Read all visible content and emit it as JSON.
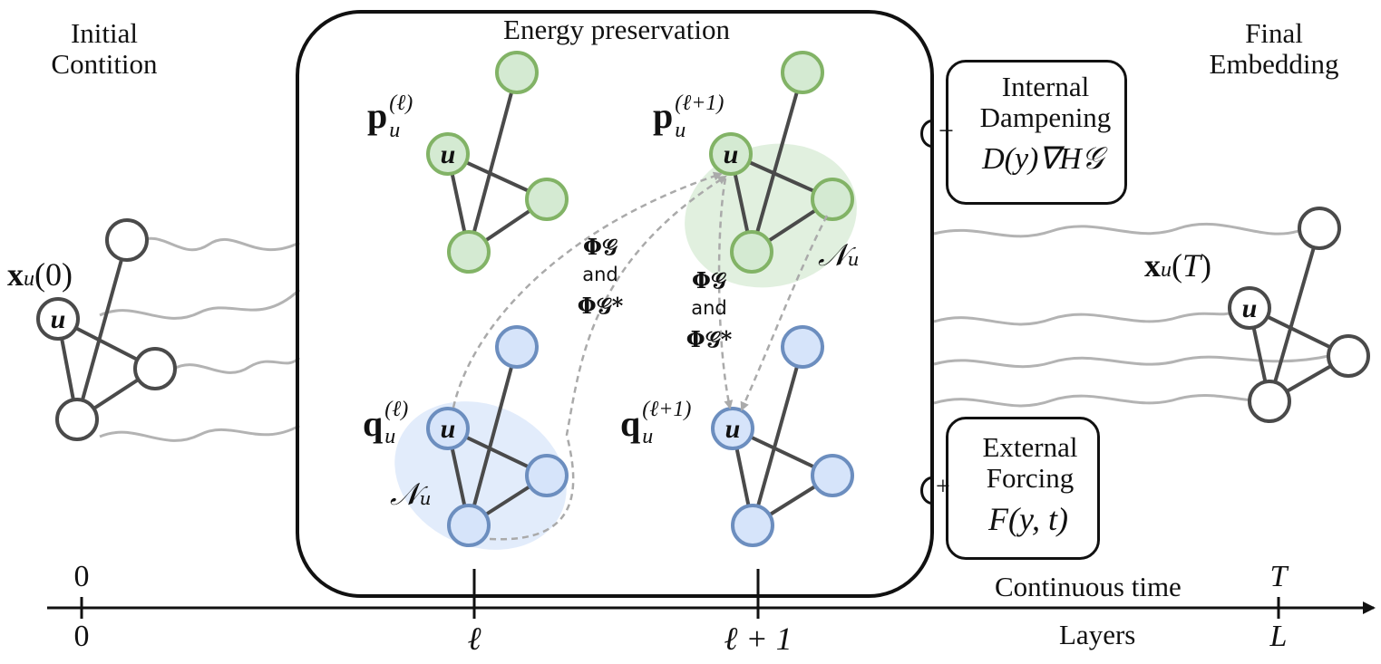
{
  "labels": {
    "initial_condition": [
      "Initial",
      "Contition"
    ],
    "final_embedding": [
      "Final",
      "Embedding"
    ],
    "energy_preservation": "Energy preservation",
    "internal_dampening": [
      "Internal",
      "Dampening"
    ],
    "internal_formula": "D(y)∇H𝒢",
    "internal_sign": "−",
    "external_forcing": [
      "External",
      "Forcing"
    ],
    "external_formula": "F(y, t)",
    "external_sign": "+",
    "continuous_time": "Continuous time",
    "layers": "Layers"
  },
  "math": {
    "x_u0": "xu(0)",
    "x_uT": "xu(T)",
    "p_l": "p",
    "p_l_sup": "(ℓ)",
    "p_l1_sup": "(ℓ+1)",
    "q_l": "q",
    "q_l_sup": "(ℓ)",
    "q_l1_sup": "(ℓ+1)",
    "sub_u": "u",
    "node_u": "u",
    "neighborhood": "𝒩",
    "phi": "Φ𝒢",
    "and": "and",
    "phi_star": "Φ𝒢*"
  },
  "axis": {
    "time_ticks": [
      "0",
      "T"
    ],
    "layer_ticks": [
      "0",
      "ℓ",
      "ℓ + 1",
      "L"
    ]
  },
  "colors": {
    "green_fill": "#d4ead2",
    "green_stroke": "#82b366",
    "blue_fill": "#d6e4fa",
    "blue_stroke": "#6c8ebf",
    "edge": "#4a4a4a",
    "wave": "#b3b3b3"
  }
}
